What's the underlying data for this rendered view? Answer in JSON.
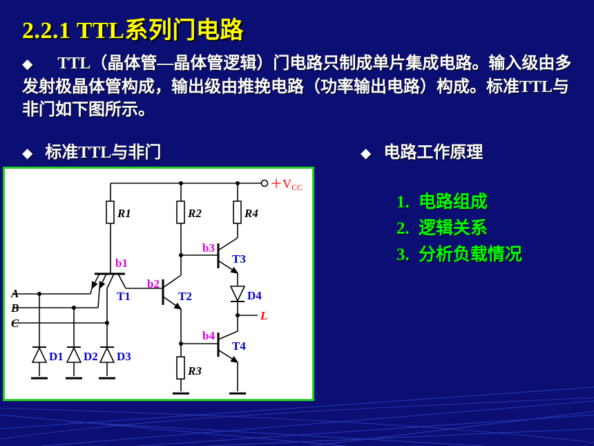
{
  "title": "2.2.1   TTL系列门电路",
  "intro": {
    "bullet": "◆",
    "text": "TTL（晶体管—晶体管逻辑）门电路只制成单片集成电路。输入级由多发射极晶体管构成，输出级由推挽电路（功率输出电路）构成。标准TTL与非门如下图所示。"
  },
  "left_heading": {
    "bullet": "◆",
    "label": "标准TTL与非门"
  },
  "right_heading": {
    "bullet": "◆",
    "label": "电路工作原理"
  },
  "steps": [
    {
      "num": "1.",
      "label": "电路组成"
    },
    {
      "num": "2.",
      "label": "逻辑关系"
    },
    {
      "num": "3.",
      "label": "分析负载情况"
    }
  ],
  "circuit": {
    "supply": "＋V",
    "supply_sub": "CC",
    "resistors": [
      "R1",
      "R2",
      "R4",
      "R3"
    ],
    "transistors": [
      "T1",
      "T2",
      "T3",
      "T4"
    ],
    "bases": [
      "b1",
      "b2",
      "b3",
      "b4"
    ],
    "diodes": [
      "D1",
      "D2",
      "D3",
      "D4"
    ],
    "inputs": [
      "A",
      "B",
      "C"
    ],
    "output": "L"
  },
  "colors": {
    "background": "#0b0e73",
    "title": "#ffff00",
    "steps": "#00ff00",
    "panel_border": "#1fd11f",
    "node_label": "#e000e0",
    "output_label": "#ff0000"
  }
}
